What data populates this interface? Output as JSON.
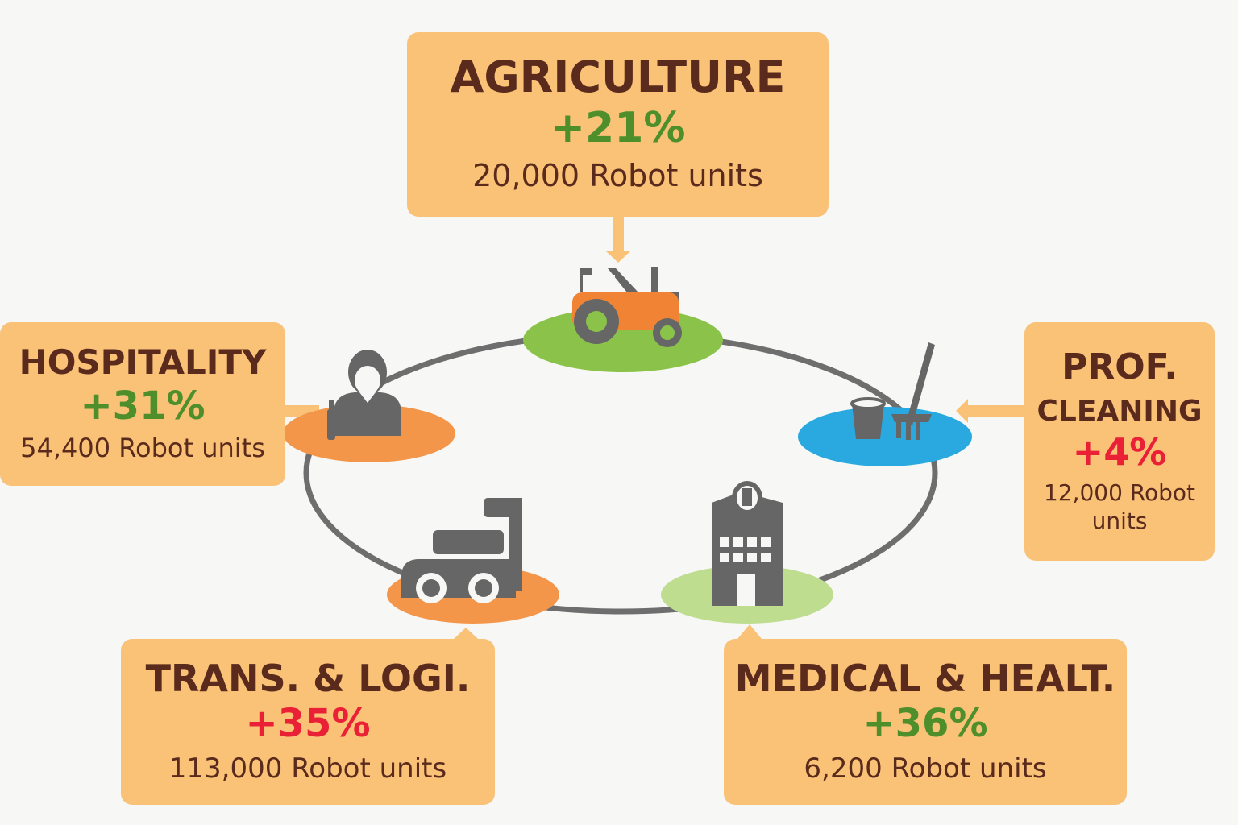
{
  "colors": {
    "card": "#fac277",
    "title_text": "#5a2a1c",
    "growth_green": "#4e8f2c",
    "growth_red": "#ea2037",
    "connector": "#fac277",
    "ring": "#6e6e6e",
    "icon_gray": "#666666",
    "orange_platform": "#f4964a",
    "green_platform": "#8bc34a",
    "light_green_platform": "#bedd8f",
    "blue_platform": "#29a9e0"
  },
  "sectors": {
    "agriculture": {
      "title": "AGRICULTURE",
      "growth": "+21%",
      "units": "20,000 Robot units",
      "icon": "tractor-icon"
    },
    "hospitality": {
      "title": "HOSPITALITY",
      "growth": "+31%",
      "units": "54,400 Robot units",
      "icon": "waiter-icon"
    },
    "cleaning": {
      "title": "PROF.",
      "subtitle": "CLEANING",
      "growth": "+4%",
      "units": "12,000 Robot units",
      "icon": "bucket-mop-icon"
    },
    "transport": {
      "title": "TRANS. & LOGI.",
      "growth": "+35%",
      "units": "113,000 Robot units",
      "icon": "cart-icon"
    },
    "medical": {
      "title": "MEDICAL & HEALT.",
      "growth": "+36%",
      "units": "6,200 Robot units",
      "icon": "hospital-icon"
    }
  }
}
